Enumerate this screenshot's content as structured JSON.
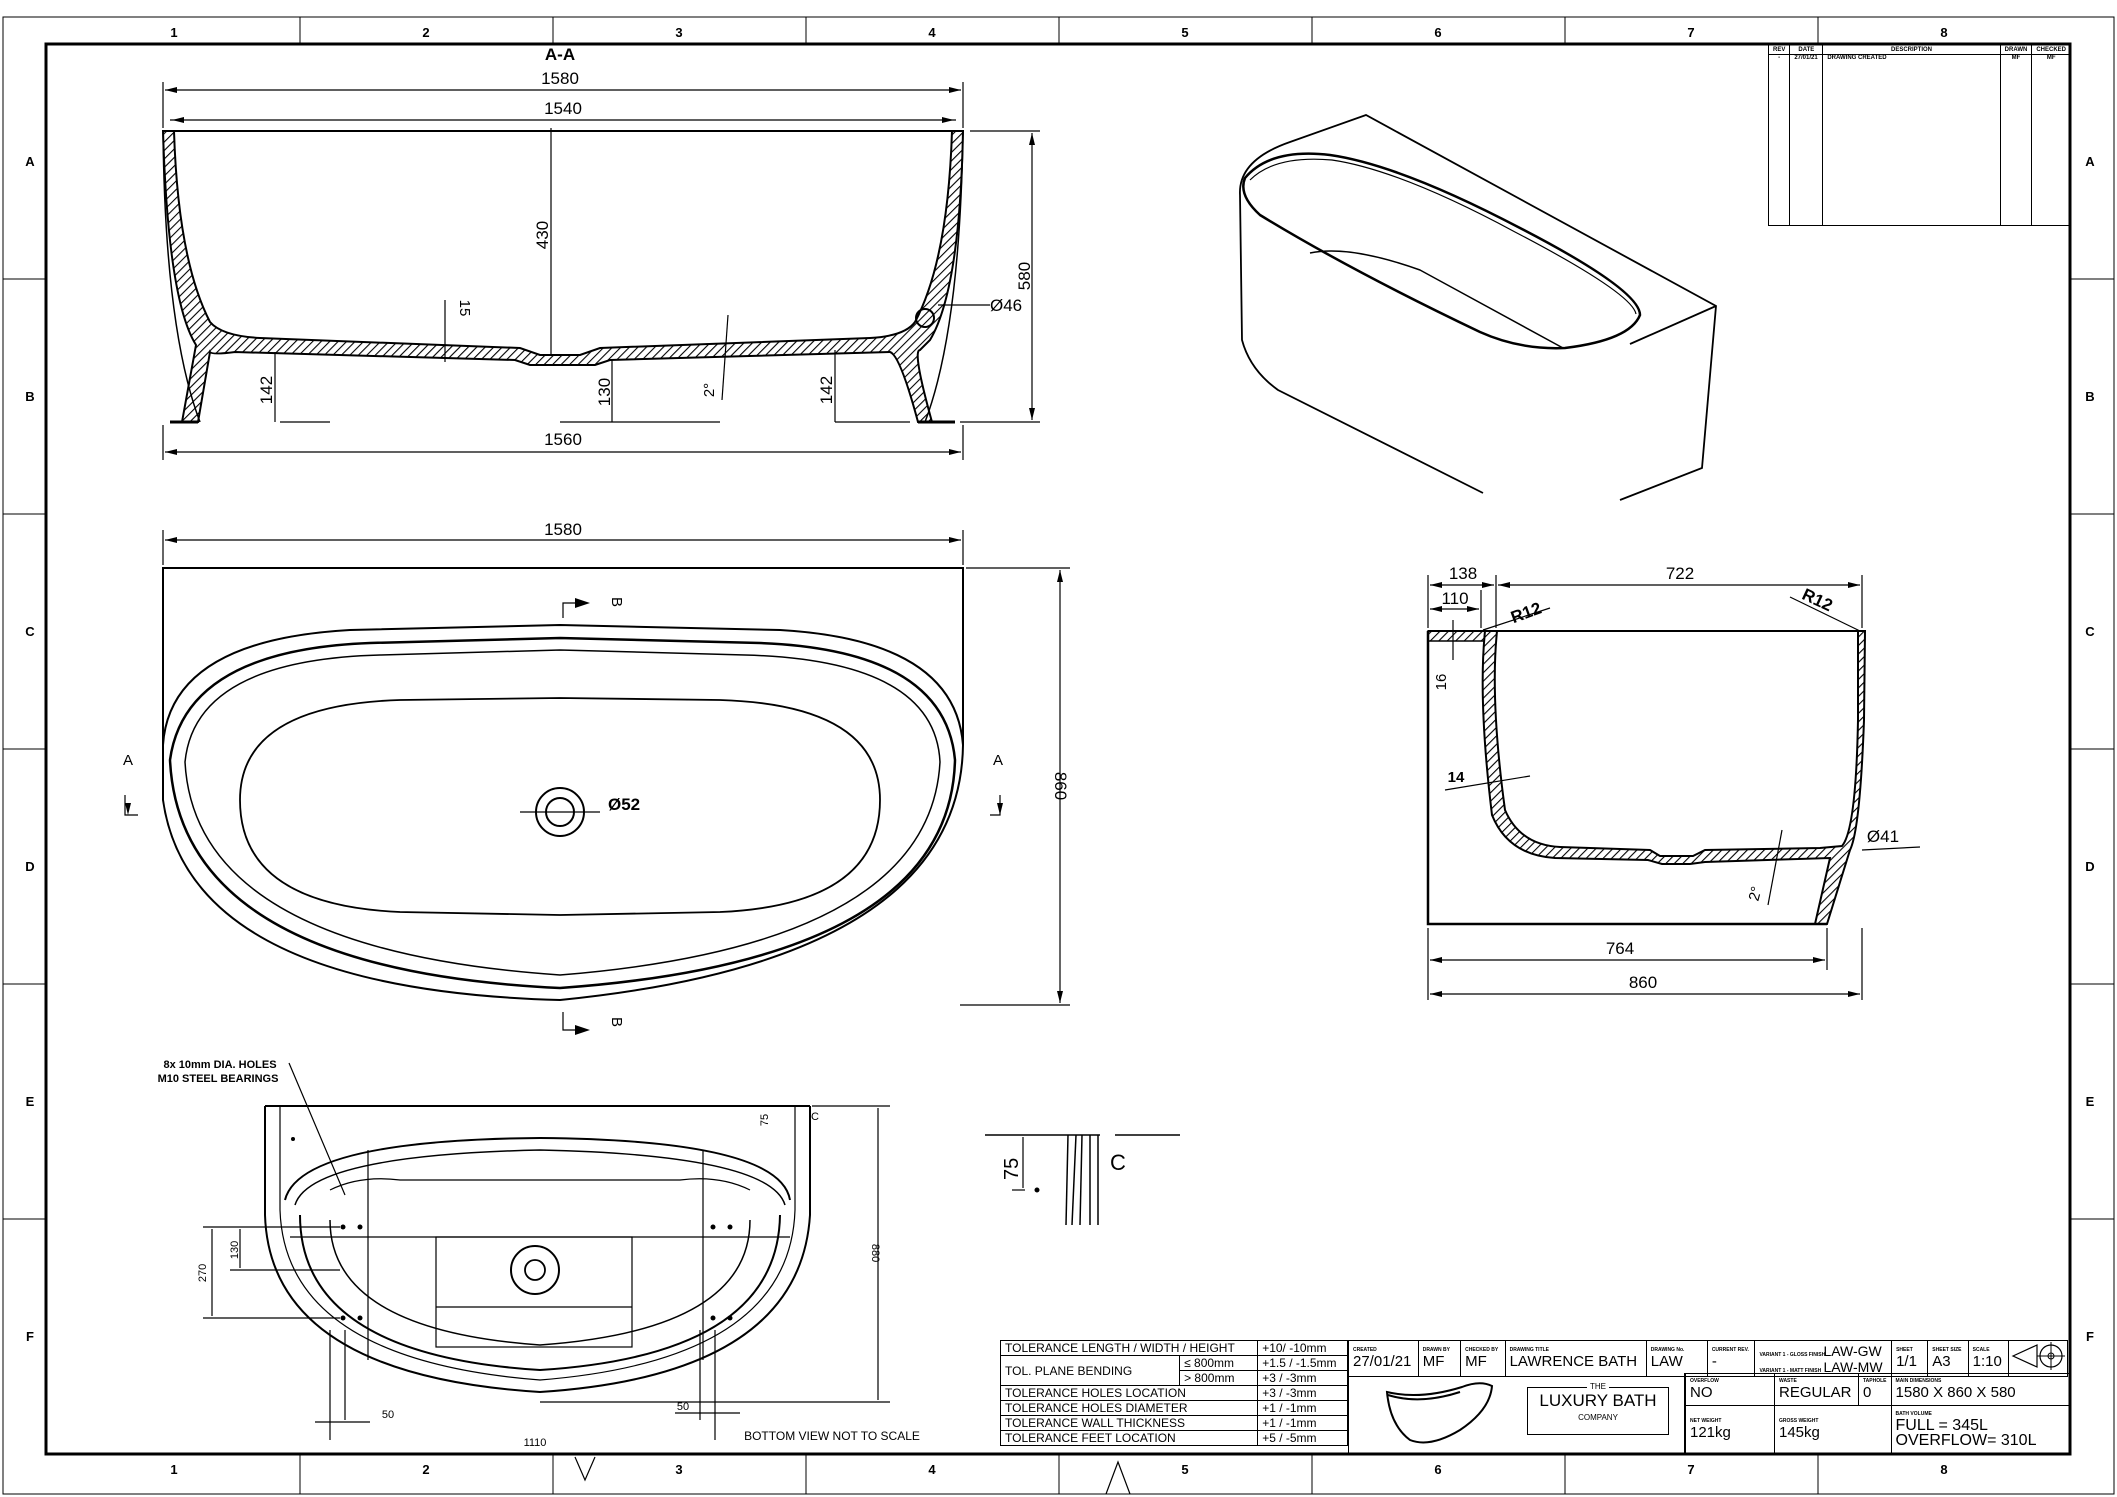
{
  "frame": {
    "columns": [
      "1",
      "2",
      "3",
      "4",
      "5",
      "6",
      "7",
      "8"
    ],
    "rows": [
      "A",
      "B",
      "C",
      "D",
      "E",
      "F"
    ]
  },
  "revision_table": {
    "headers": {
      "rev": "REV",
      "date": "DATE",
      "description": "DESCRIPTION",
      "drawn": "DRAWN",
      "checked": "CHECKED"
    },
    "rows": [
      {
        "rev": "-",
        "date": "27/01/21",
        "description": "DRAWING CREATED",
        "drawn": "MF",
        "checked": "MF"
      }
    ]
  },
  "section_aa": {
    "title": "A-A",
    "dims": {
      "overall_length": "1580",
      "inner_length": "1540",
      "depth": "430",
      "floor_thickness": "15",
      "height": "580",
      "overflow_dia": "Ø46",
      "foot_left": "142",
      "floor_center": "130",
      "slope": "2°",
      "foot_right": "142",
      "base_length": "1560"
    }
  },
  "plan_view": {
    "dims": {
      "length": "1580",
      "width": "860",
      "waste_dia": "Ø52"
    },
    "section_marks": {
      "a_left": "A",
      "a_right": "A",
      "b_top": "B",
      "b_bottom": "B"
    }
  },
  "section_bb": {
    "dims": {
      "ledge_total": "138",
      "ledge": "110",
      "inner_width": "722",
      "radius_left": "R12",
      "radius_right": "R12",
      "ledge_thickness": "16",
      "wall_thickness": "14",
      "overflow_dia": "Ø41",
      "slope": "2°",
      "base_width": "764",
      "overall_width": "860"
    }
  },
  "bottom_view": {
    "note_holes_line1": "8x 10mm DIA. HOLES",
    "note_holes_line2": "M10 STEEL BEARINGS",
    "dims": {
      "edge": "75",
      "height": "880",
      "dim_270": "270",
      "dim_130": "130",
      "dim_50_left": "50",
      "dim_50_right": "50",
      "width": "1110"
    },
    "detail_label": "C",
    "scale_note": "BOTTOM VIEW NOT TO SCALE"
  },
  "detail_c": {
    "dim": "75",
    "label": "C"
  },
  "tolerances": [
    {
      "label": "TOLERANCE LENGTH / WIDTH / HEIGHT",
      "value": "+10/ -10mm"
    },
    {
      "label": "TOL. PLANE BENDING",
      "sub1": "≤  800mm",
      "value1": "+1.5 / -1.5mm",
      "sub2": ">  800mm",
      "value2": "+3 / -3mm"
    },
    {
      "label": "TOLERANCE HOLES LOCATION",
      "value": "+3 / -3mm"
    },
    {
      "label": "TOLERANCE HOLES DIAMETER",
      "value": "+1 / -1mm"
    },
    {
      "label": "TOLERANCE WALL THICKNESS",
      "value": "+1 / -1mm"
    },
    {
      "label": "TOLERANCE FEET LOCATION",
      "value": "+5 / -5mm"
    }
  ],
  "title_block": {
    "created_cap": "CREATED",
    "created": "27/01/21",
    "drawn_by_cap": "DRAWN BY",
    "drawn_by": "MF",
    "checked_by_cap": "CHECKED BY",
    "checked_by": "MF",
    "title_cap": "DRAWING TITLE",
    "title": "LAWRENCE BATH",
    "drawing_no_cap": "DRAWING No.",
    "drawing_no": "LAW",
    "current_rev_cap": "CURRENT REV.",
    "current_rev": "-",
    "variant_gloss_cap": "VARIANT 1 - GLOSS FINISH",
    "variant_gloss": "LAW-GW",
    "variant_matt_cap": "VARIANT 1 - MATT FINISH",
    "variant_matt": "LAW-MW",
    "sheet_cap": "SHEET",
    "sheet": "1/1",
    "sheet_size_cap": "SHEET SIZE",
    "sheet_size": "A3",
    "scale_cap": "SCALE",
    "scale": "1:10",
    "overflow_cap": "OVERFLOW",
    "overflow": "NO",
    "waste_cap": "WASTE",
    "waste": "REGULAR",
    "tapholes_cap": "TAPHOLE",
    "tapholes": "0",
    "main_dims_cap": "MAIN DIMENSIONS",
    "main_dims": "1580 X 860 X 580",
    "net_weight_cap": "NET WEIGHT",
    "net_weight": "121kg",
    "gross_weight_cap": "GROSS WEIGHT",
    "gross_weight": "145kg",
    "volume_cap": "BATH VOLUME",
    "volume_full": "FULL = 345L",
    "volume_overflow": "OVERFLOW= 310L",
    "logo_the": "THE",
    "logo_main": "LUXURY BATH",
    "logo_company": "COMPANY"
  }
}
